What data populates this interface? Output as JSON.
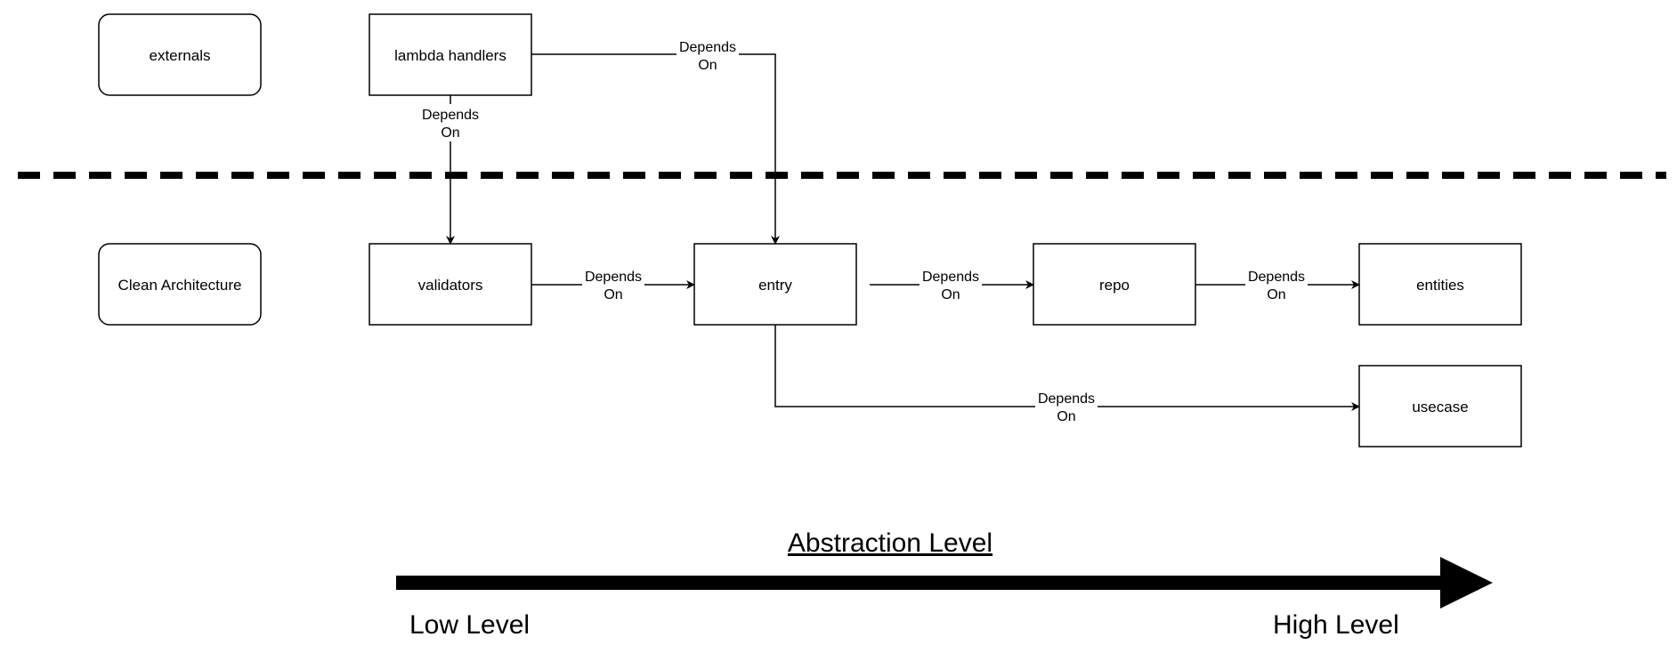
{
  "nodes": {
    "externals": "externals",
    "clean_architecture": "Clean Architecture",
    "lambda_handlers": "lambda handlers",
    "validators": "validators",
    "entry": "entry",
    "repo": "repo",
    "entities": "entities",
    "usecase": "usecase"
  },
  "edge_label": {
    "line1": "Depends",
    "line2": "On"
  },
  "axis": {
    "title": "Abstraction Level",
    "low": "Low Level",
    "high": "High Level"
  }
}
